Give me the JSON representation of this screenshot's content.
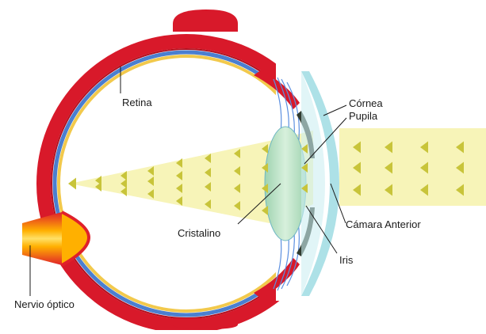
{
  "labels": {
    "retina": "Retina",
    "cornea": "Córnea",
    "pupila": "Pupila",
    "cristalino": "Cristalino",
    "camara_anterior": "Cámara Anterior",
    "iris": "Iris",
    "nervio_optico": "Nervio óptico"
  },
  "colors": {
    "sclera": "#d8192a",
    "sclera_dark": "#b30f1e",
    "choroid_inner": "#4b7fd0",
    "retina_layer": "#f2c94c",
    "vitreous": "#ffffff",
    "light_beam": "#f7f4b8",
    "arrow": "#c8c43a",
    "lens": "#bfe3c8",
    "cornea": "#a9dfe6",
    "iris": "#3a4a3a",
    "ciliary": "#5b8fe0",
    "nerve": "#ffb000",
    "nerve_core": "#ffe066"
  }
}
